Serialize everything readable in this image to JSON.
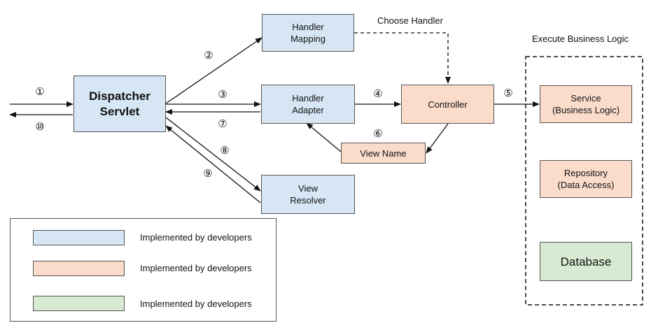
{
  "nodes": {
    "dispatcher": "Dispatcher\nServlet",
    "handler_mapping": "Handler\nMapping",
    "handler_adapter": "Handler\nAdapter",
    "view_resolver": "View\nResolver",
    "view_name": "View Name",
    "controller": "Controller",
    "service": "Service\n(Business Logic)",
    "repository": "Repository\n(Data Access)",
    "database": "Database"
  },
  "labels": {
    "choose_handler": "Choose Handler",
    "execute_business_logic": "Execute Business Logic"
  },
  "steps": {
    "s1": "①",
    "s2": "②",
    "s3": "③",
    "s4": "④",
    "s5": "⑤",
    "s6": "⑥",
    "s7": "⑦",
    "s8": "⑧",
    "s9": "⑨",
    "s10": "⑩"
  },
  "legend": [
    {
      "color": "#d6e6f4",
      "text": "Implemented by developers"
    },
    {
      "color": "#fbdccb",
      "text": "Implemented by developers"
    },
    {
      "color": "#d7ead2",
      "text": "Implemented by developers"
    }
  ],
  "colors": {
    "framework_blue": "#d6e6f4",
    "developer_peach": "#fbdccb",
    "storage_green": "#d7ead2",
    "border": "#555555"
  }
}
